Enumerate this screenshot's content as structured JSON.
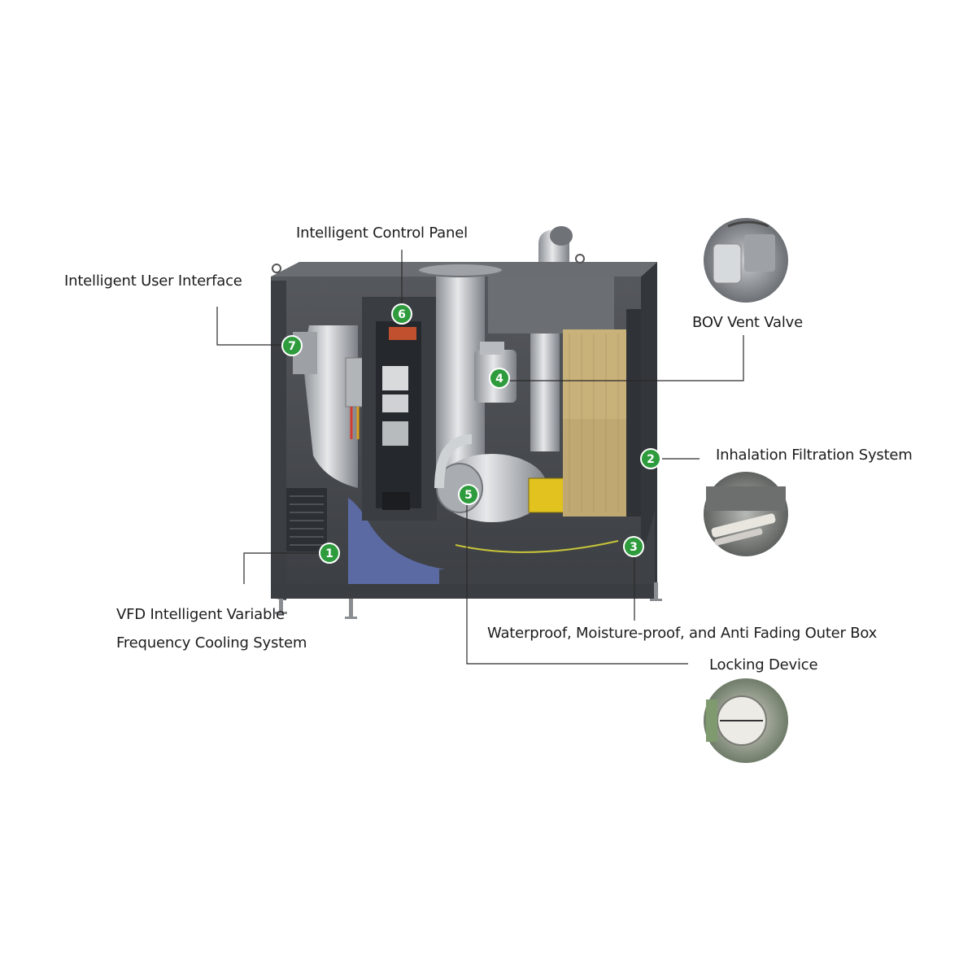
{
  "labels": {
    "control_panel": "Intelligent Control Panel",
    "user_interface": "Intelligent User Interface",
    "bov_valve": "BOV Vent Valve",
    "inhalation": "Inhalation Filtration System",
    "vfd_line1": "VFD Intelligent Variable",
    "vfd_line2": "Frequency Cooling System",
    "outer_box": "Waterproof, Moisture-proof, and Anti Fading Outer Box",
    "locking": "Locking Device"
  },
  "markers": [
    "1",
    "2",
    "3",
    "4",
    "5",
    "6",
    "7"
  ],
  "colors": {
    "badge": "#2e9b3d",
    "cabinet": "#4a4d52",
    "cabinet_edge": "#2f3236",
    "inner_blue": "#5b6aa3",
    "filter": "#c9b27a",
    "leader": "#2a2a2a"
  }
}
